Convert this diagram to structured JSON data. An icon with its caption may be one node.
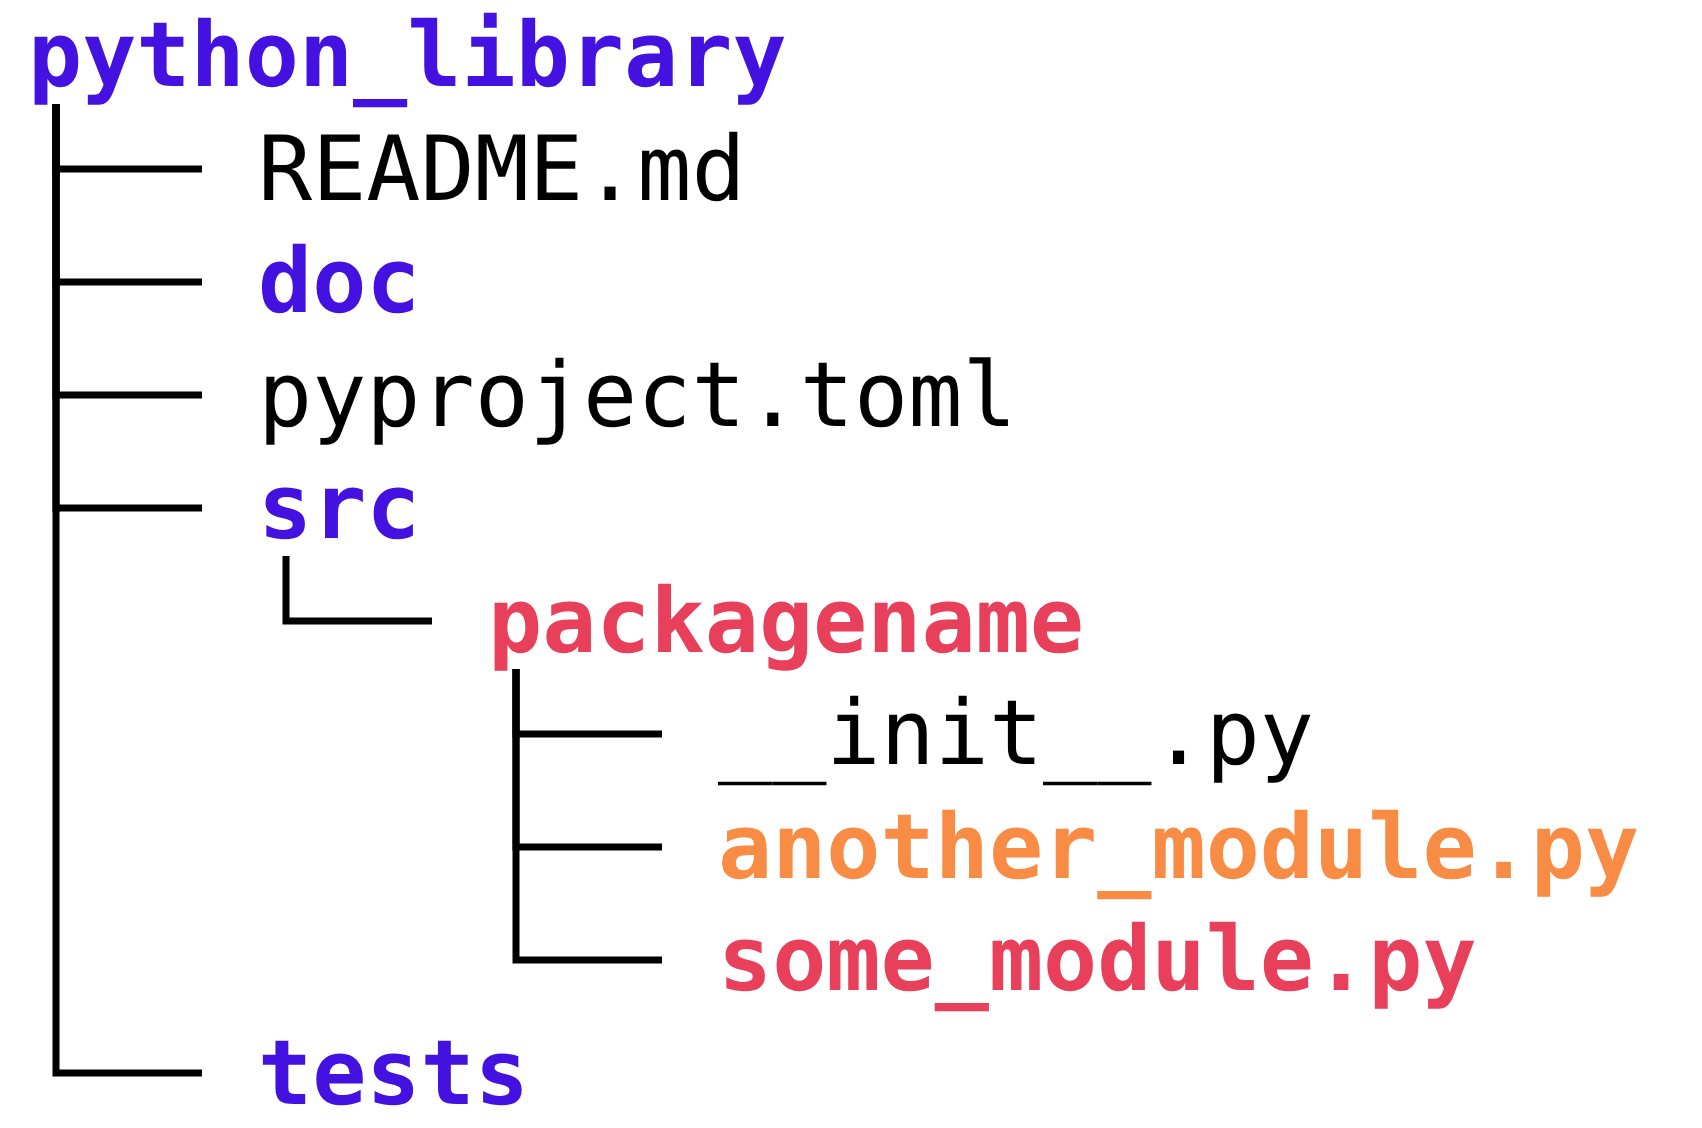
{
  "diagram": {
    "nodes": [
      {
        "text": [
          "python_library"
        ]
      },
      {
        "text": [
          "README.md"
        ]
      },
      {
        "text": [
          "doc"
        ]
      },
      {
        "text": [
          "pyproject.toml"
        ]
      },
      {
        "text": [
          "src"
        ]
      },
      {
        "text": [
          "packagename"
        ]
      },
      {
        "text": [
          "__init__.py"
        ]
      },
      {
        "text": [
          "another_module.py"
        ]
      },
      {
        "text": [
          "some_module.py"
        ]
      },
      {
        "text": [
          "tests"
        ]
      }
    ],
    "edges": [
      {
        "from": 0,
        "to": 1,
        "arrow": "none"
      },
      {
        "from": 0,
        "to": 2,
        "arrow": "none"
      },
      {
        "from": 0,
        "to": 3,
        "arrow": "none"
      },
      {
        "from": 0,
        "to": 4,
        "arrow": "none"
      },
      {
        "from": 4,
        "to": 5,
        "arrow": "none"
      },
      {
        "from": 5,
        "to": 6,
        "arrow": "none"
      },
      {
        "from": 5,
        "to": 7,
        "arrow": "none"
      },
      {
        "from": 5,
        "to": 8,
        "arrow": "none"
      },
      {
        "from": 0,
        "to": 9,
        "arrow": "none"
      }
    ]
  }
}
